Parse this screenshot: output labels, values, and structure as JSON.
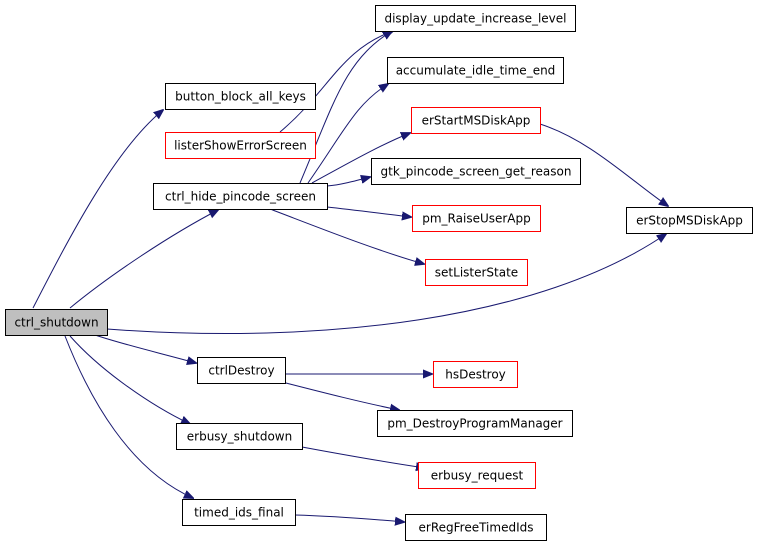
{
  "colors": {
    "edge": "#191970",
    "black_border": "#000000",
    "red_border": "#ff0000",
    "root_fill": "#bfbfbf",
    "node_fill": "#ffffff"
  },
  "nodes": [
    {
      "id": "ctrl_shutdown",
      "label": "ctrl_shutdown",
      "border": "black",
      "root": true
    },
    {
      "id": "button_block_all_keys",
      "label": "button_block_all_keys",
      "border": "black"
    },
    {
      "id": "listerShowErrorScreen",
      "label": "listerShowErrorScreen",
      "border": "red"
    },
    {
      "id": "ctrl_hide_pincode_screen",
      "label": "ctrl_hide_pincode_screen",
      "border": "black"
    },
    {
      "id": "display_update_increase_level",
      "label": "display_update_increase_level",
      "border": "black"
    },
    {
      "id": "accumulate_idle_time_end",
      "label": "accumulate_idle_time_end",
      "border": "black"
    },
    {
      "id": "erStartMSDiskApp",
      "label": "erStartMSDiskApp",
      "border": "red"
    },
    {
      "id": "gtk_pincode_screen_get_reason",
      "label": "gtk_pincode_screen_get_reason",
      "border": "black"
    },
    {
      "id": "pm_RaiseUserApp",
      "label": "pm_RaiseUserApp",
      "border": "red"
    },
    {
      "id": "setListerState",
      "label": "setListerState",
      "border": "red"
    },
    {
      "id": "erStopMSDiskApp",
      "label": "erStopMSDiskApp",
      "border": "black"
    },
    {
      "id": "ctrlDestroy",
      "label": "ctrlDestroy",
      "border": "black"
    },
    {
      "id": "hsDestroy",
      "label": "hsDestroy",
      "border": "red"
    },
    {
      "id": "pm_DestroyProgramManager",
      "label": "pm_DestroyProgramManager",
      "border": "black"
    },
    {
      "id": "erbusy_shutdown",
      "label": "erbusy_shutdown",
      "border": "black"
    },
    {
      "id": "erbusy_request",
      "label": "erbusy_request",
      "border": "red"
    },
    {
      "id": "timed_ids_final",
      "label": "timed_ids_final",
      "border": "black"
    },
    {
      "id": "erRegFreeTimedIds",
      "label": "erRegFreeTimedIds",
      "border": "black"
    }
  ],
  "edges": [
    {
      "from": "ctrl_shutdown",
      "to": "button_block_all_keys"
    },
    {
      "from": "ctrl_shutdown",
      "to": "ctrl_hide_pincode_screen"
    },
    {
      "from": "ctrl_shutdown",
      "to": "erStopMSDiskApp"
    },
    {
      "from": "ctrl_shutdown",
      "to": "ctrlDestroy"
    },
    {
      "from": "ctrl_shutdown",
      "to": "erbusy_shutdown"
    },
    {
      "from": "ctrl_shutdown",
      "to": "timed_ids_final"
    },
    {
      "from": "ctrl_hide_pincode_screen",
      "to": "display_update_increase_level"
    },
    {
      "from": "ctrl_hide_pincode_screen",
      "to": "accumulate_idle_time_end"
    },
    {
      "from": "ctrl_hide_pincode_screen",
      "to": "erStartMSDiskApp"
    },
    {
      "from": "ctrl_hide_pincode_screen",
      "to": "gtk_pincode_screen_get_reason"
    },
    {
      "from": "ctrl_hide_pincode_screen",
      "to": "pm_RaiseUserApp"
    },
    {
      "from": "ctrl_hide_pincode_screen",
      "to": "setListerState"
    },
    {
      "from": "listerShowErrorScreen",
      "to": "display_update_increase_level"
    },
    {
      "from": "erStartMSDiskApp",
      "to": "erStopMSDiskApp"
    },
    {
      "from": "ctrlDestroy",
      "to": "hsDestroy"
    },
    {
      "from": "ctrlDestroy",
      "to": "pm_DestroyProgramManager"
    },
    {
      "from": "erbusy_shutdown",
      "to": "erbusy_request"
    },
    {
      "from": "timed_ids_final",
      "to": "erRegFreeTimedIds"
    }
  ]
}
